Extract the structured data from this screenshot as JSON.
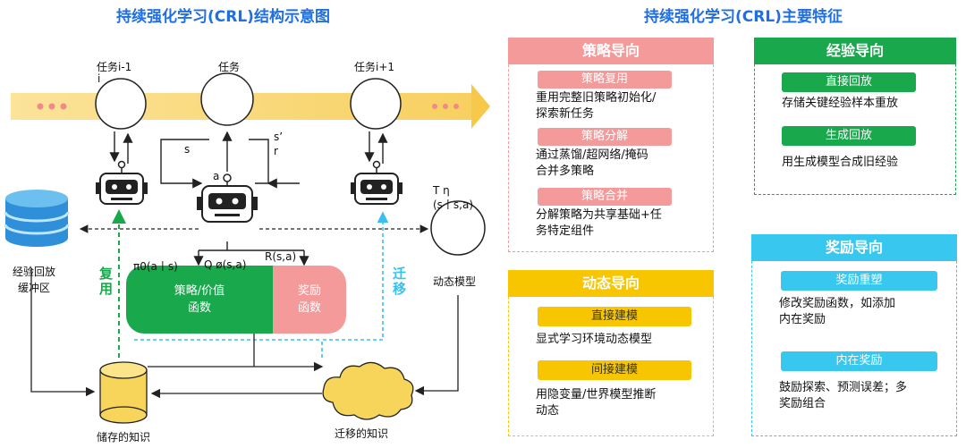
{
  "left": {
    "title": "持续强化学习(CRL)结构示意图",
    "tasks": {
      "prev": "任务i-1",
      "prev_sub": "i",
      "cur": "任务",
      "next": "任务i+1"
    },
    "flow": {
      "s": "s",
      "a": "a",
      "s_prime": "s’",
      "r": "r"
    },
    "dynamic_model": {
      "symbol": "T η",
      "expr": "(s丨s,a)",
      "label": "动态模型"
    },
    "buffer": "经验回放\n缓冲区",
    "reuse": "复用",
    "transfer": "迁移",
    "policy_sym": "π0(a丨s)",
    "q_sym": "Q ø(s,a)",
    "r_sym": "R(s,a)",
    "policy_box": "策略/价值\n函数",
    "reward_box": "奖励\n函数",
    "stored": "储存的知识",
    "transferred": "迁移的知识"
  },
  "right": {
    "title": "持续强化学习(CRL)主要特征",
    "policy": {
      "head": "策略导向",
      "items": [
        {
          "tag": "策略复用",
          "desc": "重用完整旧策略初始化/\n探索新任务"
        },
        {
          "tag": "策略分解",
          "desc": "通过蒸馏/超网络/掩码\n合并多策略"
        },
        {
          "tag": "策略合并",
          "desc": "分解策略为共享基础+任\n务特定组件"
        }
      ]
    },
    "experience": {
      "head": "经验导向",
      "items": [
        {
          "tag": "直接回放",
          "desc": "存储关键经验样本重放"
        },
        {
          "tag": "生成回放",
          "desc": "用生成模型合成旧经验"
        }
      ]
    },
    "dynamics": {
      "head": "动态导向",
      "items": [
        {
          "tag": "直接建模",
          "desc": "显式学习环境动态模型"
        },
        {
          "tag": "间接建模",
          "desc": "用隐变量/世界模型推断\n动态"
        }
      ]
    },
    "reward": {
      "head": "奖励导向",
      "items": [
        {
          "tag": "奖励重塑",
          "desc": "修改奖励函数，如添加\n内在奖励"
        },
        {
          "tag": "内在奖励",
          "desc": "鼓励探索、预测误差；多\n奖励组合"
        }
      ]
    }
  },
  "colors": {
    "pink": "#f49a9a",
    "green": "#1aa84d",
    "yellow": "#f7c600",
    "cyan": "#38c8ef",
    "reuse": "#1aa84d",
    "transfer": "#38c0ef",
    "title": "#1f6fe0",
    "band": "#f9d87a"
  }
}
